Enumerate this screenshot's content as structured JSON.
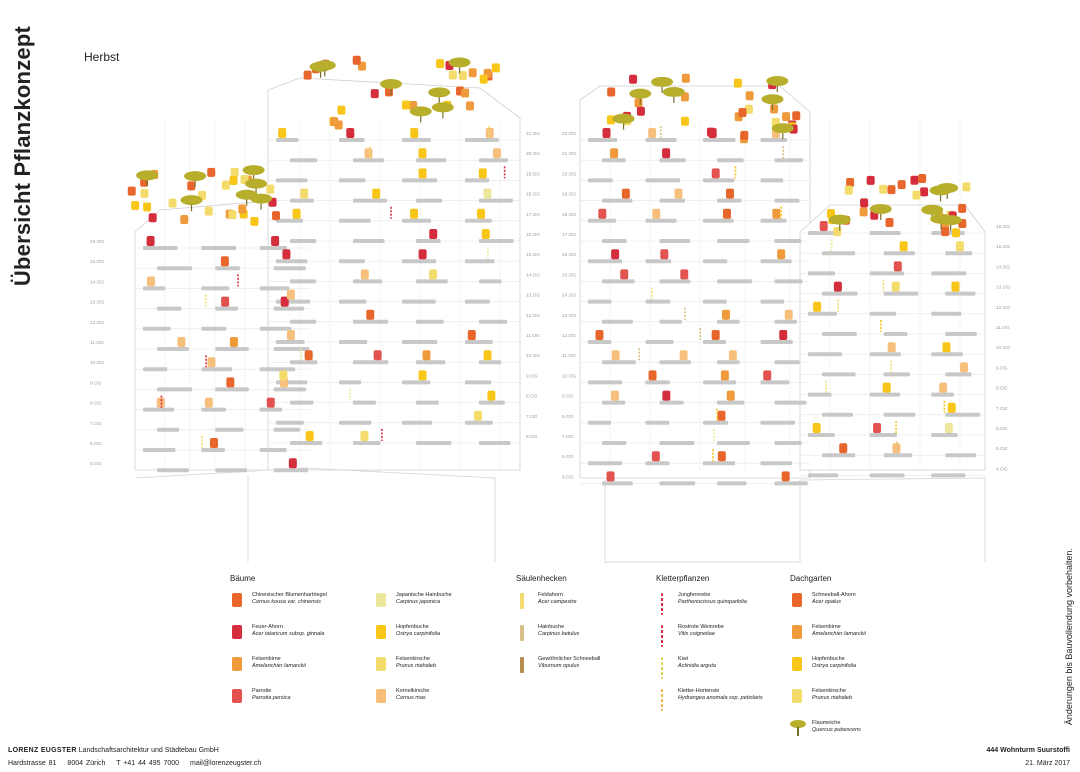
{
  "title": "Übersicht Pflanzkonzept",
  "season": "Herbst",
  "side_note": "Änderungen bis Bauvollendung vorbehalten.",
  "colors": {
    "orange": "#e8662c",
    "red": "#d42d3c",
    "light_orange": "#ef9b3c",
    "coral": "#e2524e",
    "pale_yellow": "#ece79a",
    "yellow": "#f7c619",
    "light_yellow": "#f3dc6b",
    "peach": "#f6c07c",
    "tan": "#d8bf86",
    "brown": "#b38d4b",
    "olive": "#b7ae2c",
    "balcony": "#c8c8c8",
    "line": "#d3d3d3"
  },
  "floor_labels": {
    "left_block": [
      "16.OG",
      "15.OG",
      "14.OG",
      "13.OG",
      "12.OG",
      "11.OG",
      "10.OG",
      "9.OG",
      "8.OG",
      "7.OG",
      "6.OG",
      "5.OG"
    ],
    "left_tower": [
      "21.OG",
      "20.OG",
      "19.OG",
      "18.OG",
      "17.OG",
      "16.OG",
      "15.OG",
      "14.OG",
      "13.OG",
      "12.OG",
      "11.OG",
      "10.OG",
      "9.OG",
      "8.OG",
      "7.OG",
      "6.OG"
    ],
    "right_tower": [
      "22.OG",
      "21.OG",
      "20.OG",
      "19.OG",
      "18.OG",
      "17.OG",
      "16.OG",
      "15.OG",
      "14.OG",
      "13.OG",
      "12.OG",
      "11.OG",
      "10.OG",
      "9.OG",
      "8.OG",
      "7.OG",
      "6.OG",
      "5.OG"
    ],
    "right_block": [
      "16.OG",
      "15.OG",
      "14.OG",
      "13.OG",
      "12.OG",
      "11.OG",
      "10.OG",
      "9.OG",
      "8.OG",
      "7.OG",
      "6.OG",
      "5.OG",
      "4.OG"
    ]
  },
  "legend": [
    {
      "heading": "Bäume",
      "items": [
        {
          "name": "Chinesischer Blumenhartriegel",
          "latin": "Cornus kousa var. chinensis",
          "color": "#e8662c",
          "kind": "block"
        },
        {
          "name": "Feuer-Ahorn",
          "latin": "Acer tataricum subsp. ginnala",
          "color": "#d42d3c",
          "kind": "block"
        },
        {
          "name": "Felsenbirne",
          "latin": "Amelanchier lamarckii",
          "color": "#ef9b3c",
          "kind": "block"
        },
        {
          "name": "Parrotie",
          "latin": "Parrotia persica",
          "color": "#e2524e",
          "kind": "block"
        }
      ]
    },
    {
      "heading": "",
      "items": [
        {
          "name": "Japanische Hainbuche",
          "latin": "Carpinus japonica",
          "color": "#ece79a",
          "kind": "block"
        },
        {
          "name": "Hopfenbuche",
          "latin": "Ostrya carpinifolia",
          "color": "#f7c619",
          "kind": "block"
        },
        {
          "name": "Felsenkirsche",
          "latin": "Prunus mahaleb",
          "color": "#f3dc6b",
          "kind": "block"
        },
        {
          "name": "Kornelkirsche",
          "latin": "Cornus mas",
          "color": "#f6c07c",
          "kind": "block"
        }
      ]
    },
    {
      "heading": "Säulenhecken",
      "items": [
        {
          "name": "Feldahorn",
          "latin": "Acer campestre",
          "color": "#f3dc6b",
          "kind": "thin"
        },
        {
          "name": "Hainbuche",
          "latin": "Carpinus betulus",
          "color": "#d8bf86",
          "kind": "thin"
        },
        {
          "name": "Gewöhnlicher Schneeball",
          "latin": "Viburnum opulus",
          "color": "#b38d4b",
          "kind": "thin"
        }
      ]
    },
    {
      "heading": "Kletterpflanzen",
      "items": [
        {
          "name": "Jungfernrebe",
          "latin": "Parthenocissus quinquefolia",
          "color": "#d42d3c",
          "kind": "vine"
        },
        {
          "name": "Rostrote Weinrebe",
          "latin": "Vitis coignetiae",
          "color": "#d42d3c",
          "kind": "vine"
        },
        {
          "name": "Kiwi",
          "latin": "Actinidia arguta",
          "color": "#e0d24a",
          "kind": "vine"
        },
        {
          "name": "Kletter-Hortensie",
          "latin": "Hydrangea anomala ssp. petiolaris",
          "color": "#f1b24a",
          "kind": "vine"
        }
      ]
    },
    {
      "heading": "Dachgarten",
      "items": [
        {
          "name": "Schneeball-Ahorn",
          "latin": "Acer opalus",
          "color": "#e8662c",
          "kind": "block"
        },
        {
          "name": "Felsenbirne",
          "latin": "Amelanchier lamarckii",
          "color": "#ef9b3c",
          "kind": "block"
        },
        {
          "name": "Hopfenbuche",
          "latin": "Ostrya carpinifolia",
          "color": "#f7c619",
          "kind": "block"
        },
        {
          "name": "Felsenkirsche",
          "latin": "Prunus mahaleb",
          "color": "#f3dc6b",
          "kind": "block"
        },
        {
          "name": "Flaumeiche",
          "latin": "Quercus pubescens",
          "color": "#b7ae2c",
          "kind": "tree"
        }
      ]
    }
  ],
  "footer": {
    "firm": "LORENZ EUGSTER",
    "firm_desc": "Landschaftsarchitektur und Städtebau GmbH",
    "address": "Hardstrasse 81",
    "city": "8004 Zürich",
    "phone": "T +41 44 495 7000",
    "email": "mail@lorenzeugster.ch",
    "project": "444 Wohnturm Suurstoffi",
    "date": "21. März 2017"
  }
}
